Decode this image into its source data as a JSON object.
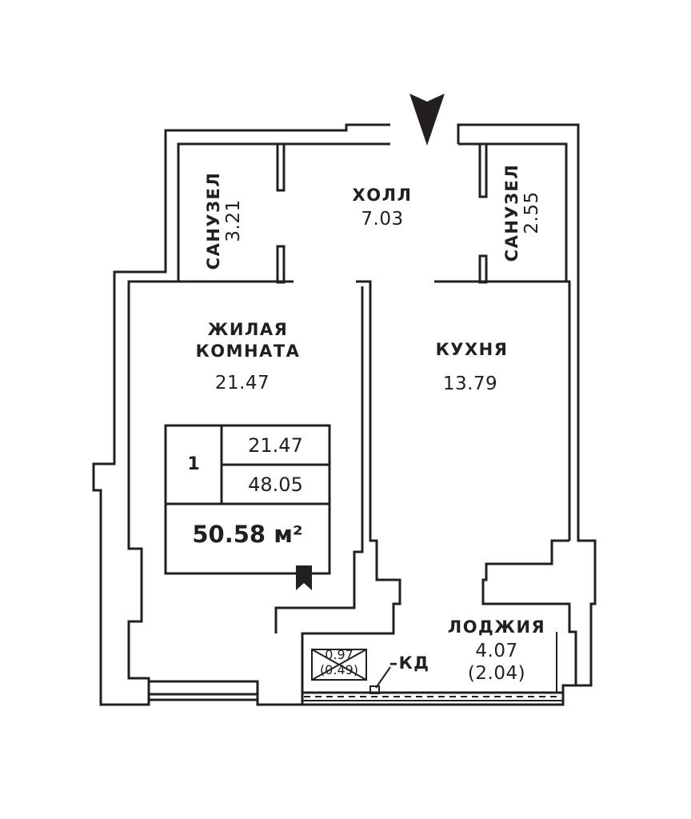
{
  "rooms": {
    "bath_left": {
      "name": "САНУЗЕЛ",
      "area": "3.21"
    },
    "hall": {
      "name": "ХОЛЛ",
      "area": "7.03"
    },
    "bath_right": {
      "name": "САНУЗЕЛ",
      "area": "2.55"
    },
    "living": {
      "name_line1": "ЖИЛАЯ",
      "name_line2": "КОМНАТА",
      "area": "21.47"
    },
    "kitchen": {
      "name": "КУХНЯ",
      "area": "13.79"
    },
    "loggia": {
      "name": "ЛОДЖИЯ",
      "area": "4.07",
      "area_reduced": "(2.04)"
    }
  },
  "ac_unit": {
    "area": "0.97",
    "area_reduced": "(0.49)",
    "label": "–КД"
  },
  "summary": {
    "rooms_count": "1",
    "living_area": "21.47",
    "total_area": "48.05",
    "total_with_loggia": "50.58 м²"
  },
  "colors": {
    "ink": "#231f20",
    "background": "#ffffff"
  },
  "icons": [
    "entrance-arrow-icon",
    "bookmark-icon"
  ]
}
